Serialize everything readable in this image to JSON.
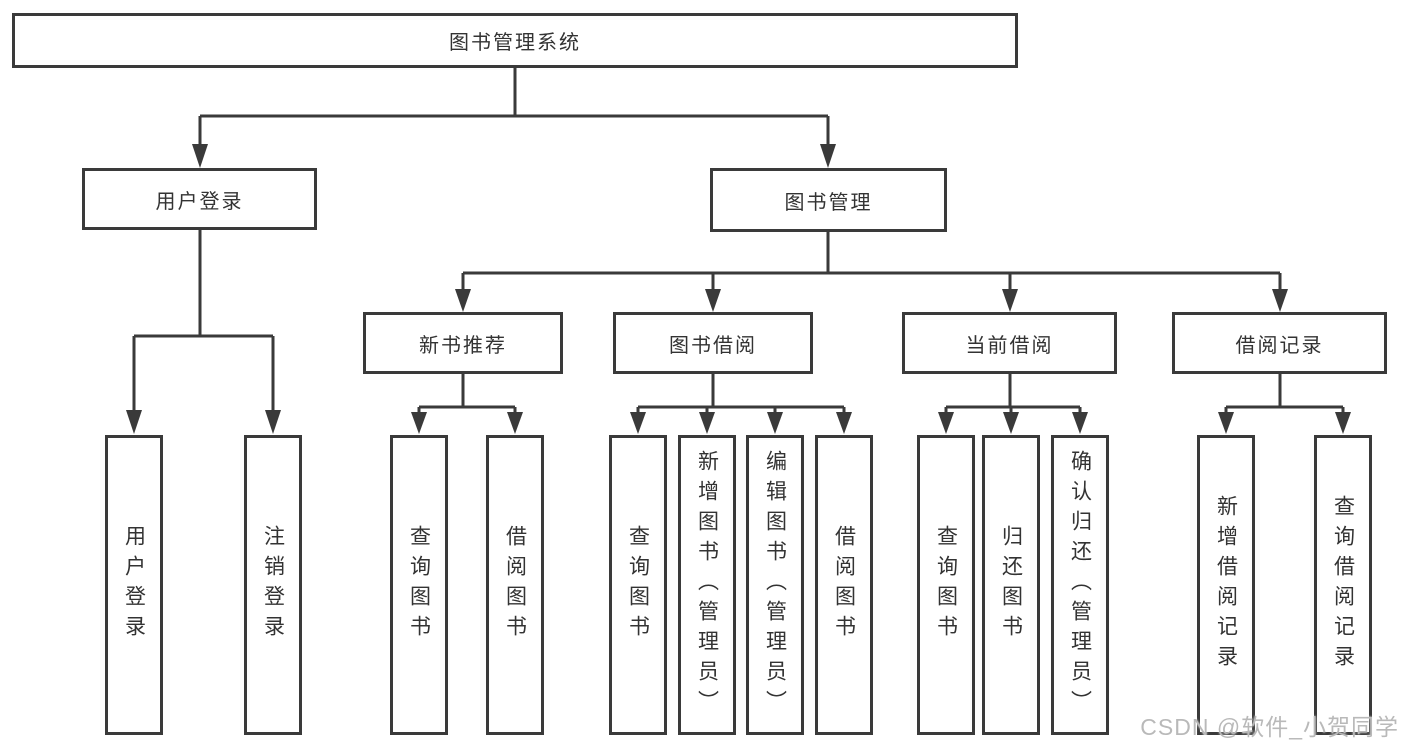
{
  "tree": {
    "root": "图书管理系统",
    "level2": [
      "用户登录",
      "图书管理"
    ],
    "level3": [
      "新书推荐",
      "图书借阅",
      "当前借阅",
      "借阅记录"
    ],
    "leaves_user": [
      "用户登录",
      "注销登录"
    ],
    "leaves_recommend": [
      "查询图书",
      "借阅图书"
    ],
    "leaves_borrow": [
      "查询图书",
      "新增图书（管理员）",
      "编辑图书（管理员）",
      "借阅图书"
    ],
    "leaves_current": [
      "查询图书",
      "归还图书",
      "确认归还（管理员）"
    ],
    "leaves_records": [
      "新增借阅记录",
      "查询借阅记录"
    ]
  },
  "watermark": "CSDN @软件_小贺同学",
  "colors": {
    "line": "#3a3a3a",
    "box_fill": "#ffffff",
    "text": "#333333",
    "watermark": "#b9b9b9",
    "background": "#ffffff"
  }
}
